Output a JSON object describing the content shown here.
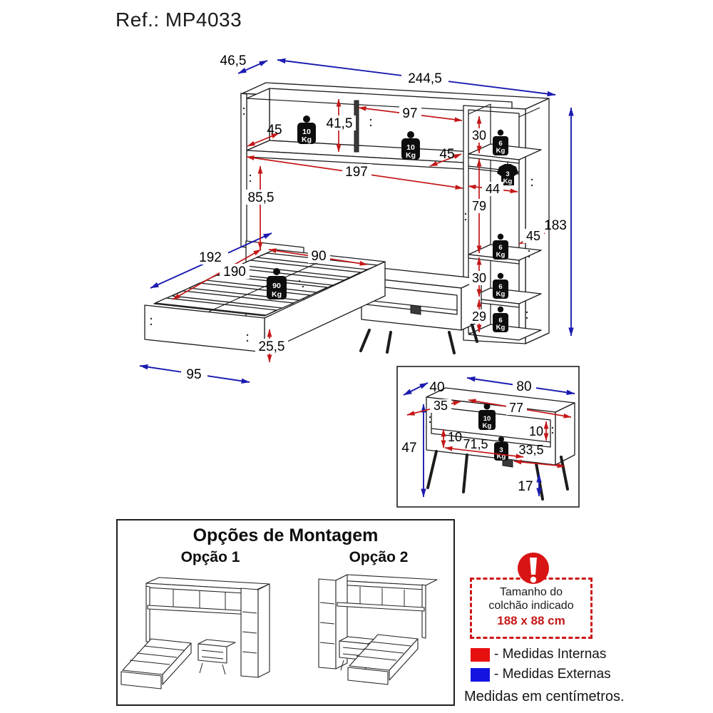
{
  "title": "Ref.: MP4033",
  "colors": {
    "internal_red": "#c41818",
    "external_blue": "#1b1bb0",
    "legend_red": "#e80f0f",
    "legend_blue": "#1414e0"
  },
  "main": {
    "external": {
      "depth": "46,5",
      "width": "244,5",
      "height": "183",
      "bed_length": "192",
      "bed_front_width": "95"
    },
    "internal": {
      "left_shelf_depth": "45",
      "shelf_height": "41,5",
      "cubby_width": "97",
      "right_shelf_depth": "45",
      "opening_width": "197",
      "opening_height": "85,5",
      "tower_top_section": "30",
      "tower_width": "44",
      "tower_mid_section": "79",
      "tower_depth": "45",
      "tower_lower_section": "30",
      "tower_bottom_section": "29",
      "bed_length": "190",
      "bed_width": "90",
      "bed_side_height": "25,5"
    },
    "weights": {
      "cubby_left": {
        "value": "10",
        "unit": "Kg"
      },
      "cubby_right": {
        "value": "10",
        "unit": "Kg"
      },
      "tower_top": {
        "value": "6",
        "unit": "Kg"
      },
      "tower_rail": {
        "value": "3",
        "unit": "Kg"
      },
      "tower_mid": {
        "value": "6",
        "unit": "Kg"
      },
      "tower_lower": {
        "value": "6",
        "unit": "Kg"
      },
      "tower_bottom": {
        "value": "6",
        "unit": "Kg"
      },
      "bed": {
        "value": "90",
        "unit": "Kg"
      }
    }
  },
  "nightstand": {
    "external": {
      "depth": "40",
      "width": "80",
      "height": "47",
      "leg_height": "17"
    },
    "internal": {
      "top_depth": "35",
      "top_width": "77",
      "side_gap_left": "10",
      "side_gap_right": "10",
      "bottom_left": "71,5",
      "bottom_right": "33,5"
    },
    "weights": {
      "top": {
        "value": "10",
        "unit": "Kg"
      },
      "shelf": {
        "value": "3",
        "unit": "Kg"
      }
    }
  },
  "options": {
    "title": "Opções de Montagem",
    "option1": "Opção 1",
    "option2": "Opção 2"
  },
  "mattress": {
    "line1": "Tamanho do",
    "line2": "colchão indicado",
    "size": "188 x 88 cm"
  },
  "legend": {
    "internal": "- Medidas Internas",
    "external": "- Medidas Externas",
    "note": "Medidas em centímetros."
  }
}
